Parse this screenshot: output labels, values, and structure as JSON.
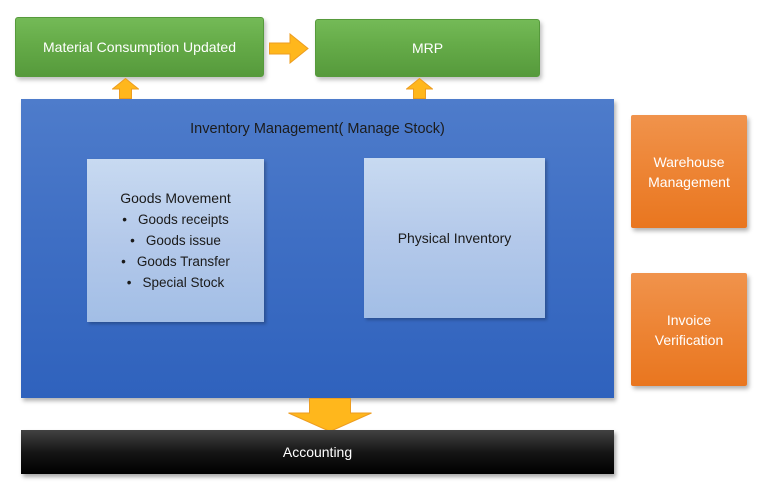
{
  "diagram": {
    "title": "Inventory Management( Manage Stock)",
    "colors": {
      "green": "#61a744",
      "blue": "#4472c4",
      "light_blue": "#b4c9ea",
      "orange": "#ed7d31",
      "arrow_gold": "#ffb71c",
      "black_bar": "#000000"
    },
    "nodes": {
      "material_consumption": {
        "label": "Material Consumption Updated"
      },
      "mrp": {
        "label": "MRP"
      },
      "inventory_management": {
        "label": "Inventory Management( Manage Stock)"
      },
      "goods_movement": {
        "title": "Goods Movement",
        "bullet": "•",
        "items": [
          "Goods receipts",
          "Goods issue",
          "Goods Transfer",
          "Special Stock"
        ]
      },
      "physical_inventory": {
        "label": "Physical Inventory"
      },
      "warehouse_management": {
        "label": "Warehouse Management"
      },
      "invoice_verification": {
        "label": "Invoice Verification"
      },
      "accounting": {
        "label": "Accounting"
      }
    }
  }
}
